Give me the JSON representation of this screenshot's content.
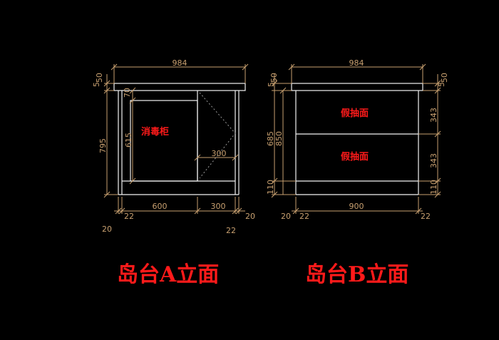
{
  "colors": {
    "background": "#000000",
    "outline": "#f2f2f2",
    "dimension": "#c8a070",
    "label": "#ff1a1a"
  },
  "views": {
    "a": {
      "title": "岛台A立面",
      "cabinet_label": "消毒柜",
      "dims": {
        "top_width": "984",
        "top_left_a": "5",
        "top_left_b": "50",
        "inner_top": "70",
        "total_height": "795",
        "cabinet_height": "615",
        "opening_depth": "300",
        "bottom_left_width": "600",
        "bottom_right_width": "300",
        "plinth_left": "22",
        "side_left": "20",
        "plinth_right": "22",
        "side_right": "20"
      }
    },
    "b": {
      "title": "岛台B立面",
      "drawer_top_label": "假抽面",
      "drawer_bottom_label": "假抽面",
      "dims": {
        "top_width": "984",
        "top_left_a": "5",
        "top_left_b": "50",
        "height_685": "685",
        "height_850": "850",
        "plinth_left": "110",
        "top_right_a": "5",
        "top_right_b": "50",
        "drawer_top_height": "343",
        "drawer_bottom_height": "343",
        "plinth_right": "110",
        "bottom_width": "900",
        "side_left": "20",
        "plinth_left_b": "22",
        "plinth_right_b": "22"
      }
    }
  }
}
